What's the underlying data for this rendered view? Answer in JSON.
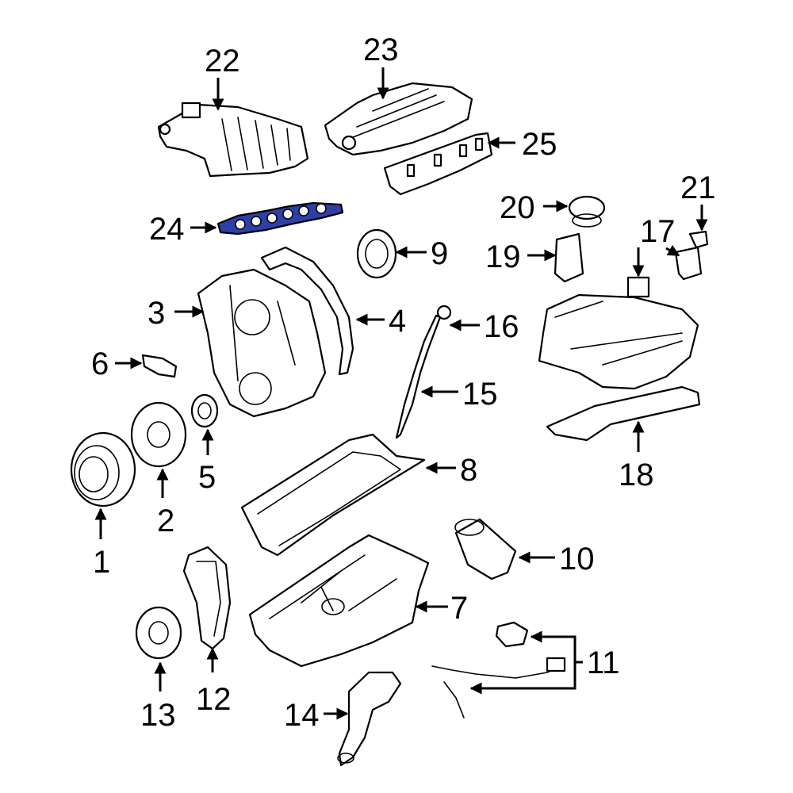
{
  "diagram": {
    "highlight_color": "#2f3fa8",
    "line_color": "#000000",
    "background": "#ffffff",
    "callouts": [
      "1",
      "2",
      "3",
      "4",
      "5",
      "6",
      "7",
      "8",
      "9",
      "10",
      "11",
      "12",
      "13",
      "14",
      "15",
      "16",
      "17",
      "18",
      "19",
      "20",
      "21",
      "22",
      "23",
      "24",
      "25"
    ],
    "highlighted_callout": "24"
  }
}
